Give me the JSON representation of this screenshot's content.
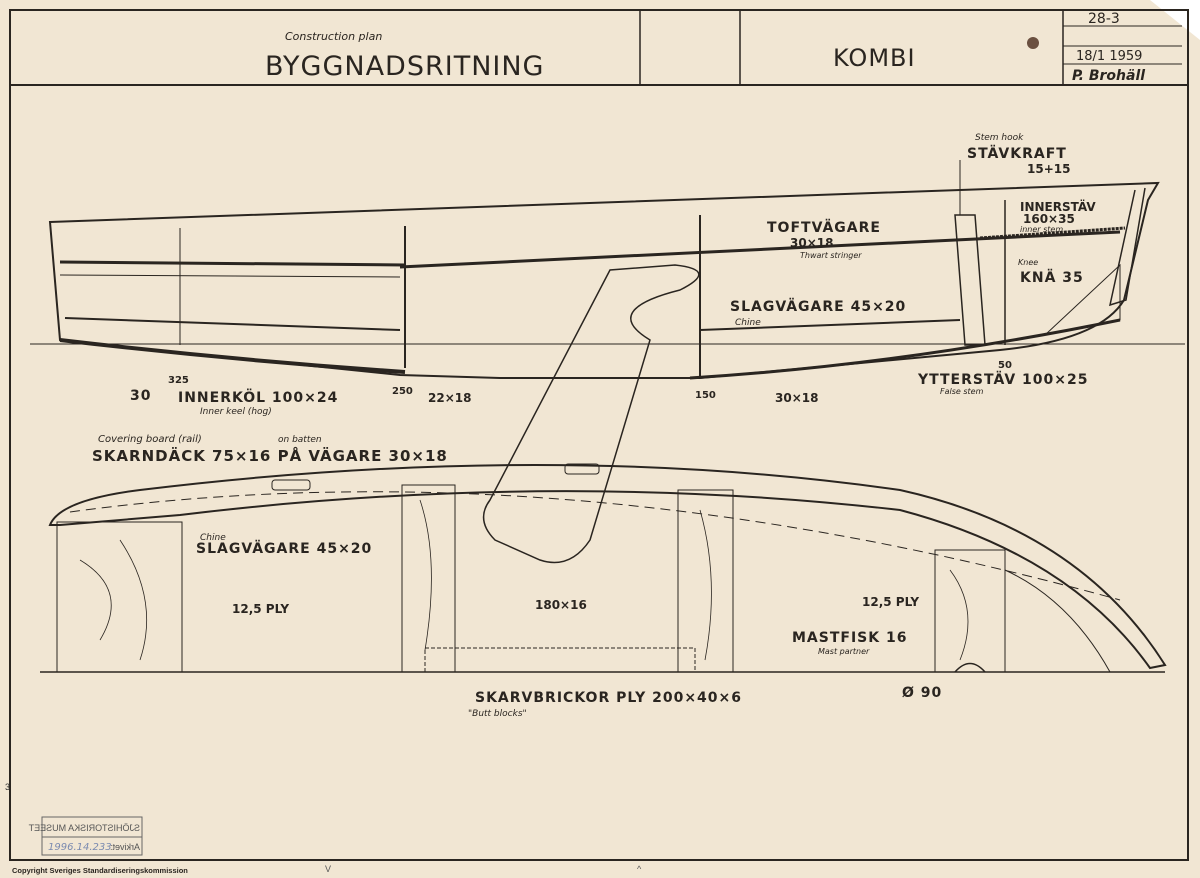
{
  "title_block": {
    "subtitle": "Construction plan",
    "title": "BYGGNADSRITNING",
    "boat_name": "KOMBI",
    "drawing_number": "28-3",
    "date": "18/1 1959",
    "signature": "P. Brohäll"
  },
  "profile_labels": {
    "stem_hook_en": "Stem hook",
    "stem_hook": "STÄVKRAFT",
    "stem_hook_dim": "15+15",
    "inner_stem": "INNERSTÄV",
    "inner_stem_dim": "160×35",
    "inner_stem_en": "inner stem",
    "thwart_stringer": "TOFTVÄGARE",
    "thwart_stringer_dim": "30×18",
    "thwart_stringer_en": "Thwart stringer",
    "knee_en": "Knee",
    "knee": "KNÄ 35",
    "chine": "SLAGVÄGARE 45×20",
    "chine_en": "Chine",
    "false_stem": "YTTERSTÄV 100×25",
    "false_stem_en": "False stem",
    "station_30": "30",
    "station_325": "325",
    "inner_keel": "INNERKÖL 100×24",
    "inner_keel_en": "Inner keel (hog)",
    "station_250": "250",
    "dim_22x18": "22×18",
    "station_150": "150",
    "dim_30x18": "30×18",
    "station_50": "50"
  },
  "section_labels": {
    "covering_board_en": "Covering board (rail)",
    "on_batten_en": "on batten",
    "covering_board": "SKARNDÄCK 75×16 PÅ VÄGARE 30×18",
    "chine_en": "Chine",
    "chine": "SLAGVÄGARE 45×20",
    "ply_left": "12,5 PLY",
    "ply_right": "12,5 PLY",
    "bulkhead": "180×16",
    "mast_partner": "MASTFISK 16",
    "mast_partner_en": "Mast partner",
    "mast_diameter": "Ø 90",
    "butt_blocks": "SKARVBRICKOR PLY 200×40×6",
    "butt_blocks_en": "\"Butt blocks\""
  },
  "stamp": {
    "museum": "SJÖHISTORISKA MUSEET",
    "archive_label": "Arkivet:",
    "archive_number": "1996.14.233"
  },
  "footer": {
    "copyright": "Copyright Sveriges Standardiseringskommission",
    "margin_number": "3",
    "fold_mark_bottom": "V",
    "fold_mark_top": "^"
  }
}
